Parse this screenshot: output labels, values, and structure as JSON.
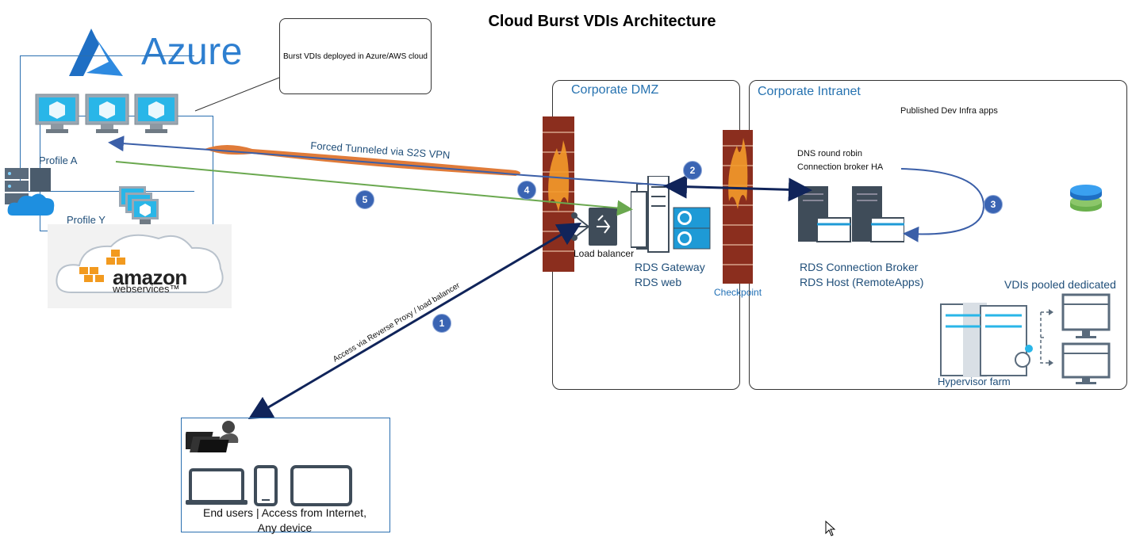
{
  "title": "Cloud Burst VDIs Architecture",
  "azure": {
    "logo_text": "Azure",
    "profile_a": "Profile A",
    "profile_y": "Profile Y"
  },
  "aws": {
    "logo_text": "amazon",
    "logo_sub": "webservices™"
  },
  "note": "Burst VDIs deployed in Azure/AWS cloud",
  "zones": {
    "dmz": "Corporate DMZ",
    "intranet": "Corporate Intranet"
  },
  "labels": {
    "published_apps": "Published Dev Infra apps",
    "dns_line1": "DNS round robin",
    "dns_line2": "Connection broker HA",
    "load_balancer": "Load balancer",
    "rds_gateway": "RDS Gateway",
    "rds_web": "RDS web",
    "checkpoint": "Checkpoint",
    "rds_broker": "RDS Connection Broker",
    "rds_host": "RDS Host (RemoteApps)",
    "vdis_pooled": "VDIs pooled dedicated",
    "hypervisor_farm": "Hypervisor farm",
    "forced_tunnel": "Forced Tunneled via S2S VPN",
    "access_proxy": "Access via Reverse Proxy / load balancer",
    "end_users_line1": "End users | Access from Internet,",
    "end_users_line2": "Any device"
  },
  "badges": [
    "1",
    "2",
    "3",
    "4",
    "5"
  ],
  "icons": {
    "azure_logo": "azure-logo-icon",
    "vm": "virtual-machine-icon",
    "firewall": "firewall-icon",
    "server": "server-icon",
    "globe": "globe-icon",
    "database": "database-icon",
    "laptop": "laptop-icon",
    "phone": "phone-icon",
    "tablet": "tablet-icon"
  },
  "colors": {
    "azure_blue": "#2e7fd0",
    "arrow_blue": "#3b5fa8",
    "arrow_navy": "#10245a",
    "arrow_green": "#6aa84f",
    "tunnel_orange": "#e07b39",
    "badge_blue": "#3a64b3",
    "zone_title": "#2672b0"
  }
}
